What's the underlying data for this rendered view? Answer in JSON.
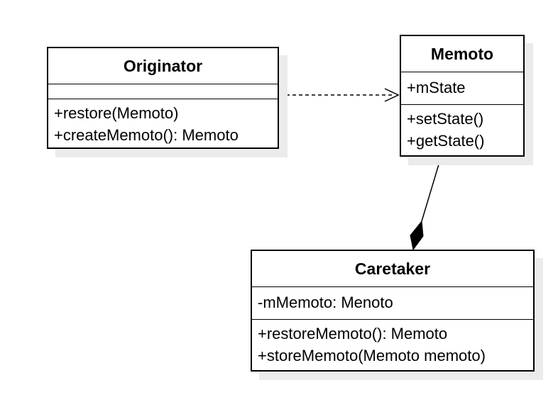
{
  "diagram": {
    "classes": [
      {
        "id": "originator",
        "name": "Originator",
        "attributes": [],
        "operations": [
          "+restore(Memoto)",
          "+createMemoto(): Memoto"
        ]
      },
      {
        "id": "memoto",
        "name": "Memoto",
        "attributes": [
          "+mState"
        ],
        "operations": [
          "+setState()",
          "+getState()"
        ]
      },
      {
        "id": "caretaker",
        "name": "Caretaker",
        "attributes": [
          "-mMemoto: Menoto"
        ],
        "operations": [
          "+restoreMemoto(): Memoto",
          "+storeMemoto(Memoto memoto)"
        ]
      }
    ],
    "relationships": [
      {
        "type": "dependency",
        "from": "Originator",
        "to": "Memoto",
        "line": "dashed",
        "arrow": "open"
      },
      {
        "type": "composition",
        "whole": "Caretaker",
        "part": "Memoto",
        "line": "solid",
        "arrow": "filled-diamond"
      }
    ]
  }
}
